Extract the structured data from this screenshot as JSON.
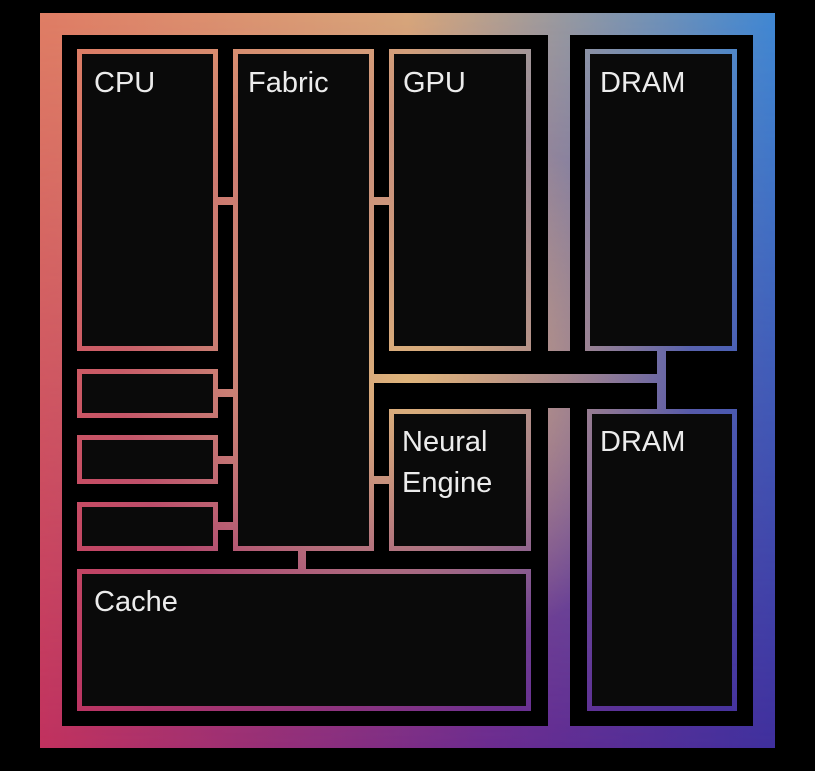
{
  "title": "Unified memory architecture diagram",
  "colors": {
    "background": "#000000",
    "block_fill": "#0a0a0a",
    "label": "#ececec",
    "gradient_top_left": "#e07a62",
    "gradient_top_mid": "#d9a87a",
    "gradient_top_right": "#2f86de",
    "gradient_bottom_left": "#c8305a",
    "gradient_bottom_mid": "#6a2890",
    "gradient_bottom_right": "#3a2e9e",
    "center_warm": "#e8c27a"
  },
  "blocks": {
    "cpu": "CPU",
    "fabric": "Fabric",
    "gpu": "GPU",
    "dram_top": "DRAM",
    "neural_engine_line1": "Neural",
    "neural_engine_line2": "Engine",
    "dram_bottom": "DRAM",
    "cache": "Cache"
  },
  "unlabeled_blocks": 3
}
